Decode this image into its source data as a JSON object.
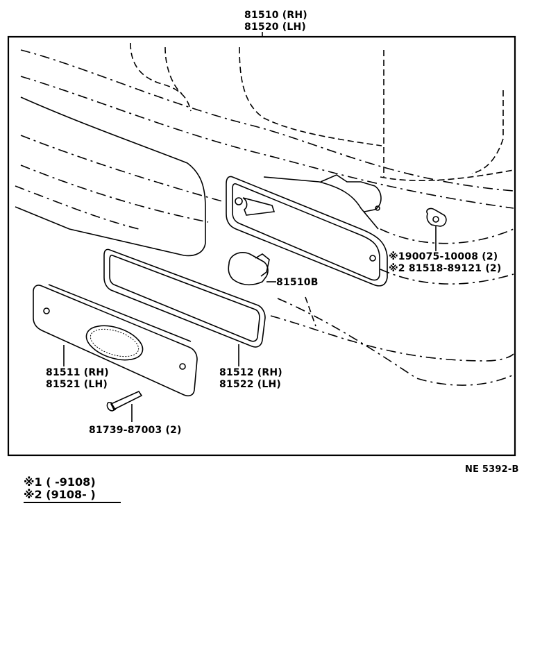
{
  "assembly": {
    "part_rh": "81510 (RH)",
    "part_lh": "81520 (LH)"
  },
  "parts": {
    "bulb": "81510B",
    "lens_rh": "81511 (RH)",
    "lens_lh": "81521 (LH)",
    "gasket_rh": "81512 (RH)",
    "gasket_lh": "81522 (LH)",
    "screw": "81739-87003 (2)",
    "clip_1": "※190075-10008 (2)",
    "clip_2": "※2 81518-89121 (2)"
  },
  "figure_code": "NE 5392-B",
  "footnotes": {
    "note_1": "※1 (       -9108)",
    "note_2": "※2 (9108-       )"
  }
}
